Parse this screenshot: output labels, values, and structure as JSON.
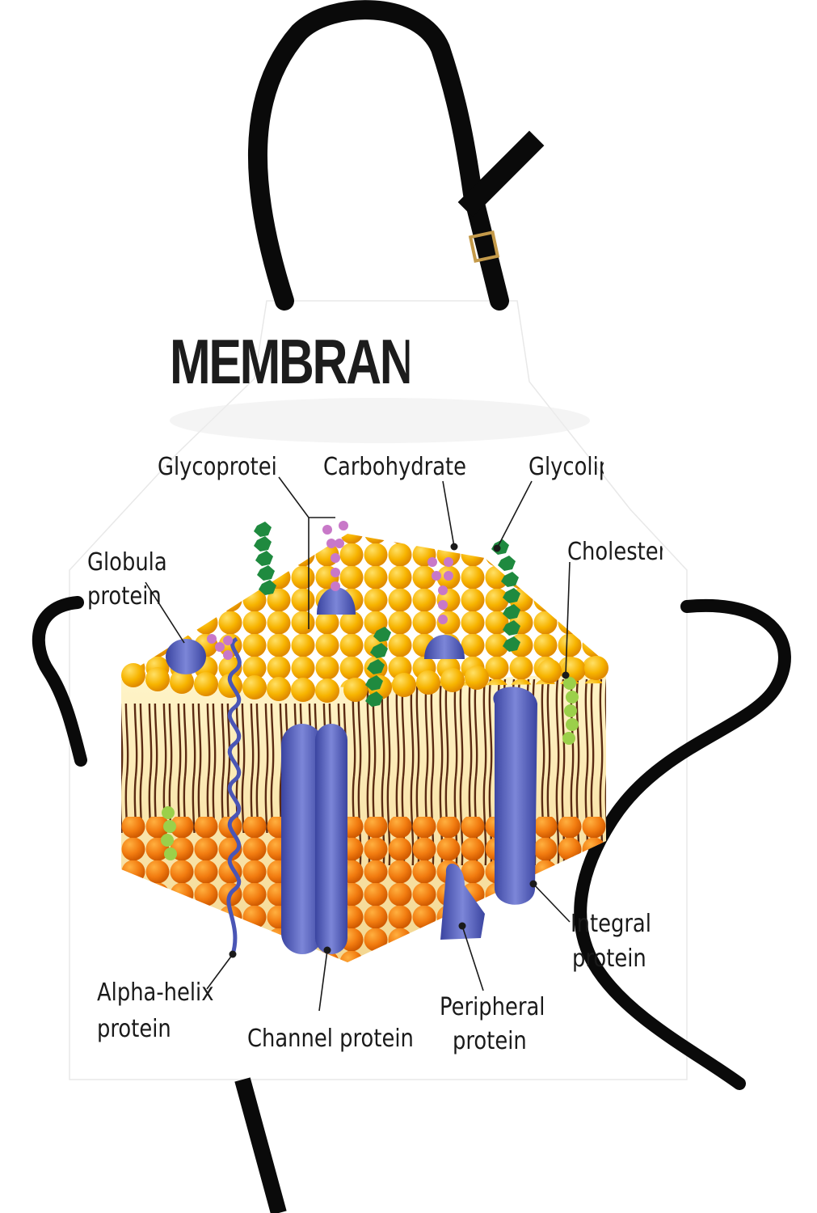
{
  "title": "MEMBRANE",
  "labels": {
    "glycoprotein": "Glycoprotein",
    "carbohydrate": "Carbohydrate",
    "glycolipid": "Glycolip",
    "globular_line1": "Globular",
    "globular_line2": "protein",
    "cholesterol": "Cholestero",
    "alpha_line1": "Alpha-helix",
    "alpha_line2": "protein",
    "channel": "Channel protein",
    "peripheral_line1": "Peripheral",
    "peripheral_line2": "protein",
    "integral_line1": "Integral",
    "integral_line2": "protein"
  },
  "colors": {
    "strap": "#0a0a0a",
    "head": "#f7b400",
    "head_bottom": "#f28a10",
    "tail": "#5b2a12",
    "protein": "#5560b8",
    "glyco_green": "#1f8a3f",
    "glyco_pink": "#c878c8",
    "cholesterol": "#9bd04a"
  }
}
